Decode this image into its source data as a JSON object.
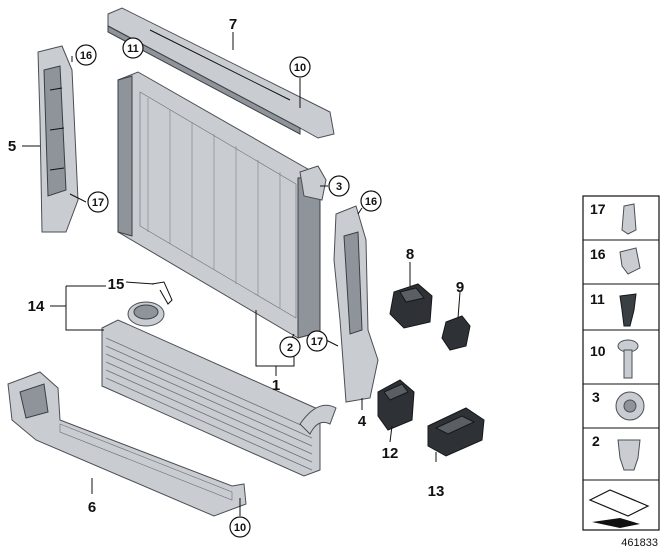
{
  "callouts": {
    "c1": "1",
    "c4": "4",
    "c5": "5",
    "c6": "6",
    "c7": "7",
    "c8": "8",
    "c9": "9",
    "c12": "12",
    "c13": "13",
    "c14": "14",
    "c15": "15"
  },
  "circled": {
    "r2": "2",
    "r3": "3",
    "r10a": "10",
    "r10b": "10",
    "r11": "11",
    "r16a": "16",
    "r16b": "16",
    "r17a": "17",
    "r17b": "17"
  },
  "legend": {
    "items": [
      "17",
      "16",
      "11",
      "10",
      "3",
      "2"
    ]
  },
  "reference_number": "461833"
}
